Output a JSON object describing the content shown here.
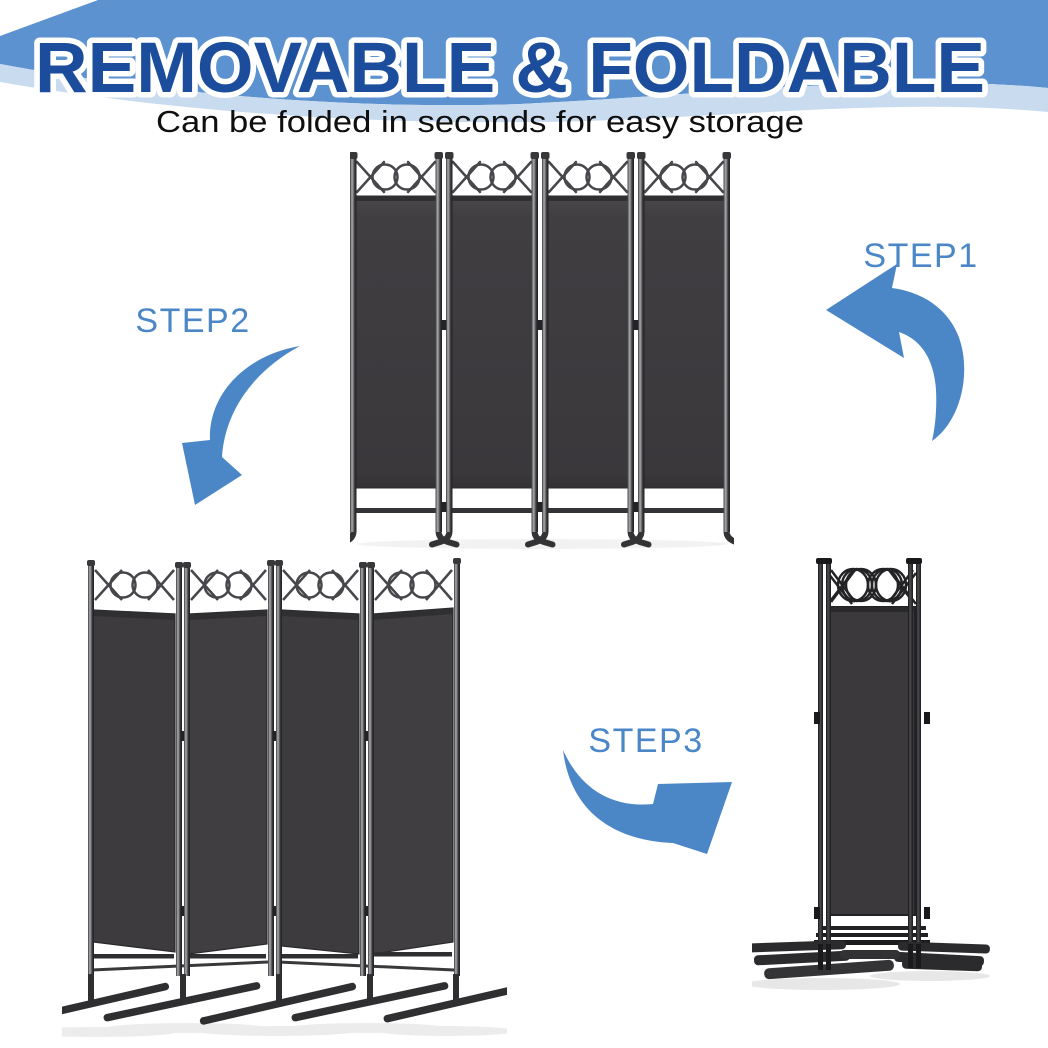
{
  "banner": {
    "title": "REMOVABLE & FOLDABLE",
    "subtitle": "Can be folded in seconds for easy storage"
  },
  "colors": {
    "banner_blue": "#5b92cf",
    "banner_light_wave": "#c9dbee",
    "title_fill": "#1c4d9c",
    "title_outline": "#ffffff",
    "subtitle_text": "#0f0f0f",
    "step_label": "#4b87c7",
    "arrow": "#4b87c7",
    "fabric_gray": "#403e41",
    "frame_dark": "#2d2c2f"
  },
  "steps": [
    {
      "label": "STEP1"
    },
    {
      "label": "STEP2"
    },
    {
      "label": "STEP3"
    }
  ],
  "products": [
    {
      "name": "room-divider-4-panel-standing-front-view"
    },
    {
      "name": "room-divider-4-panel-unfolded-angled-view"
    },
    {
      "name": "room-divider-folded-flat-side-stack"
    }
  ]
}
